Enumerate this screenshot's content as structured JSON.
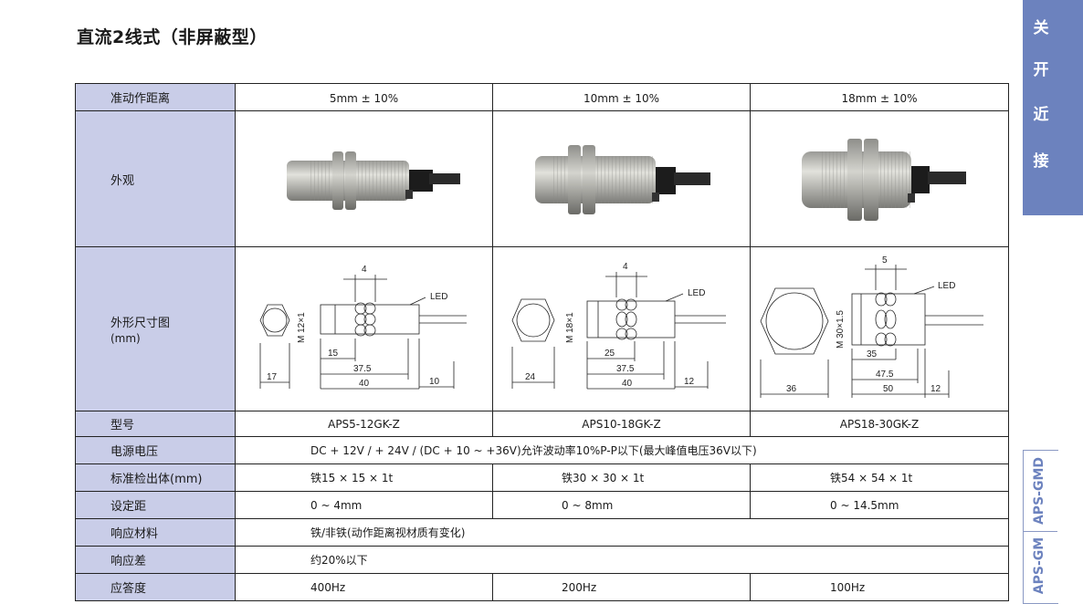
{
  "title": "直流2线式（非屏蔽型）",
  "side_tab": {
    "chars": [
      "接",
      "近",
      "开",
      "关"
    ]
  },
  "side_labels": {
    "upper": "APS-GMD",
    "lower": "APS-GM"
  },
  "table": {
    "distance": {
      "label": "准动作距离",
      "values": [
        "5mm ± 10%",
        "10mm ± 10%",
        "18mm ± 10%"
      ]
    },
    "appearance": {
      "label": "外观"
    },
    "dimensions": {
      "label": "外形尺寸图",
      "unit": "(mm)",
      "drawings": [
        {
          "thread": "M 12×1",
          "top": "4",
          "d15": "15",
          "d37": "37.5",
          "d40": "40",
          "tail": "10",
          "hex": "17",
          "led": "LED"
        },
        {
          "thread": "M 18×1",
          "top": "4",
          "d15": "25",
          "d37": "37.5",
          "d40": "40",
          "tail": "12",
          "hex": "24",
          "led": "LED"
        },
        {
          "thread": "M 30×1.5",
          "top": "5",
          "d15": "35",
          "d37": "47.5",
          "d40": "50",
          "tail": "12",
          "hex": "36",
          "led": "LED"
        }
      ]
    },
    "model": {
      "label": "型号",
      "values": [
        "APS5-12GK-Z",
        "APS10-18GK-Z",
        "APS18-30GK-Z"
      ]
    },
    "voltage": {
      "label": "电源电压",
      "value": "DC + 12V / + 24V / (DC + 10 ~ +36V)允许波动率10%P-P以下(最大峰值电压36V以下)"
    },
    "standard": {
      "label": "标准检出体(mm)",
      "values": [
        "铁15 × 15 × 1t",
        "铁30 × 30 × 1t",
        "铁54 × 54 × 1t"
      ]
    },
    "setting": {
      "label": "设定距",
      "values": [
        "0 ~ 4mm",
        "0 ~ 8mm",
        "0 ~ 14.5mm"
      ]
    },
    "material": {
      "label": "响应材料",
      "value": "铁/非铁(动作距离视材质有变化)"
    },
    "hysteresis": {
      "label": "响应差",
      "value": "约20%以下"
    },
    "frequency": {
      "label": "应答度",
      "values": [
        "400Hz",
        "200Hz",
        "100Hz"
      ]
    }
  }
}
